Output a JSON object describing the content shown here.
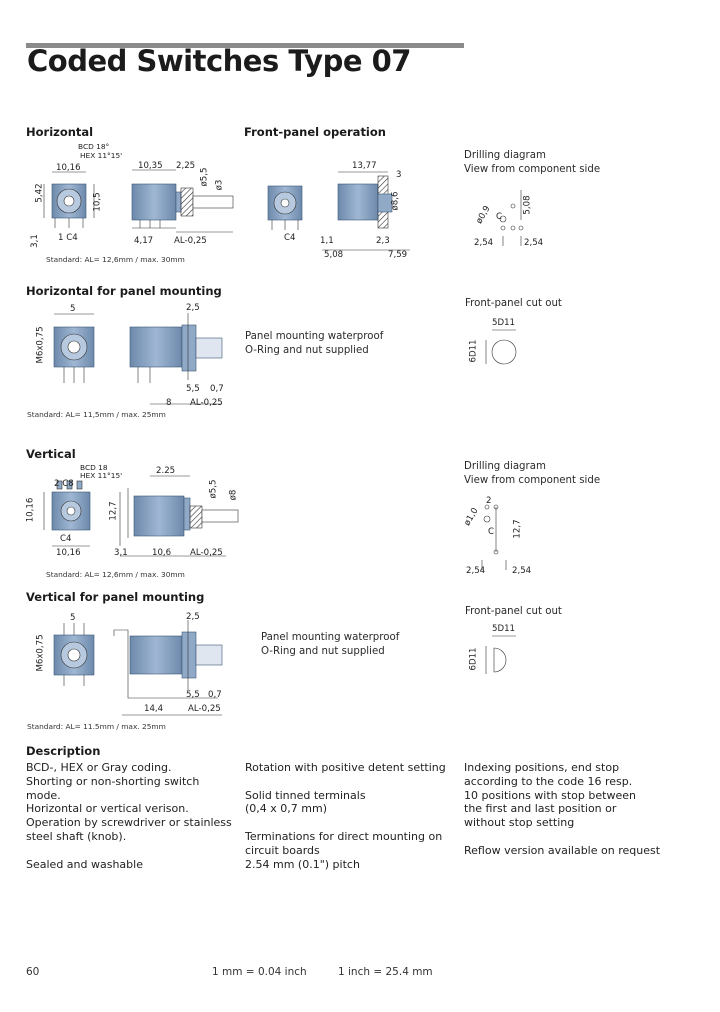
{
  "page": {
    "title": "Coded Switches Type 07",
    "page_number": "60",
    "conv_mm": "1 mm = 0.04 inch",
    "conv_inch": "1 inch = 25.4 mm"
  },
  "colors": {
    "component": "#8fa9c7",
    "component_dark": "#5d7898",
    "rule": "#8a8a8a"
  },
  "sections": {
    "horizontal": "Horizontal",
    "front_panel": "Front-panel operation",
    "horizontal_panel": "Horizontal for panel mounting",
    "vertical": "Vertical",
    "vertical_panel": "Vertical for panel mounting",
    "description": "Description"
  },
  "notes": {
    "drilling_1a": "Drilling diagram",
    "drilling_1b": "View from component side",
    "cutout_1": "Front-panel cut out",
    "panel_text_1": "Panel mounting waterproof\nO-Ring and nut supplied",
    "drilling_2a": "Drilling diagram",
    "drilling_2b": "View from component side",
    "cutout_2": "Front-panel cut out",
    "panel_text_2": "Panel mounting waterproof\nO-Ring and nut supplied"
  },
  "standards": {
    "s1": "Standard: AL= 12,6mm / max. 30mm",
    "s2": "Standard: AL= 11,5mm / max. 25mm",
    "s3": "Standard: AL= 12,6mm / max. 30mm",
    "s4": "Standard: AL= 11.5mm / max. 25mm"
  },
  "dims": {
    "h_bcd": "BCD 18°",
    "h_hex": "HEX 11°15'",
    "h_1016": "10,16",
    "h_542": "5,42",
    "h_105": "10,5",
    "h_31": "3,1",
    "h_1c4": "1 C4",
    "h_1035": "10,35",
    "h_225": "2,25",
    "h_d55": "ø5,5",
    "h_d3": "ø3",
    "h_417": "4,17",
    "h_al": "AL-0,25",
    "f_1377": "13,77",
    "f_3": "3",
    "f_d86": "ø8,6",
    "f_c4": "C4",
    "f_11": "1,1",
    "f_23": "2,3",
    "f_508": "5,08",
    "f_759": "7,59",
    "d1_d09": "ø0,9",
    "d1_c": "C",
    "d1_508": "5,08",
    "d1_254a": "2,54",
    "d1_254b": "2,54",
    "hp_5": "5",
    "hp_m6": "M6x0,75",
    "hp_25": "2,5",
    "hp_55": "5,5",
    "hp_07": "0,7",
    "hp_8": "8",
    "hp_al": "AL-0,25",
    "c1_5d11": "5D11",
    "c1_6d11": "6D11",
    "v_bcd": "BCD 18",
    "v_hex": "HEX 11°15'",
    "v_2c8": "2 C8",
    "v_1016a": "10,16",
    "v_1016b": "10,16",
    "v_c4": "C4",
    "v_225": "2.25",
    "v_127": "12,7",
    "v_31": "3,1",
    "v_106": "10,6",
    "v_al": "AL-0,25",
    "v_d55": "ø5,5",
    "v_d8": "ø8",
    "d2_2": "2",
    "d2_d09": "ø1,0",
    "d2_c": "C",
    "d2_127": "12,7",
    "d2_254a": "2,54",
    "d2_254b": "2,54",
    "vp_5": "5",
    "vp_m6": "M6x0,75",
    "vp_25": "2,5",
    "vp_55": "5,5",
    "vp_07": "0,7",
    "vp_144": "14,4",
    "vp_al": "AL-0,25",
    "c2_5d11": "5D11",
    "c2_6d11": "6D11"
  },
  "description": {
    "col1": [
      "BCD-, HEX or Gray coding.",
      "Shorting or non-shorting switch",
      "mode.",
      "Horizontal or vertical verison.",
      "Operation by screwdriver or stainless",
      "steel shaft (knob).",
      "",
      "Sealed and washable"
    ],
    "col2": [
      "Rotation with positive detent setting",
      "",
      "Solid tinned terminals",
      "(0,4 x 0,7 mm)",
      "",
      "Terminations for direct mounting on",
      "circuit boards",
      "2.54 mm (0.1\") pitch"
    ],
    "col3": [
      "Indexing positions, end stop",
      "according to the code 16 resp.",
      "10 positions with stop between",
      "the first and last position or",
      "without stop setting",
      "",
      "Reflow version available on request"
    ]
  }
}
